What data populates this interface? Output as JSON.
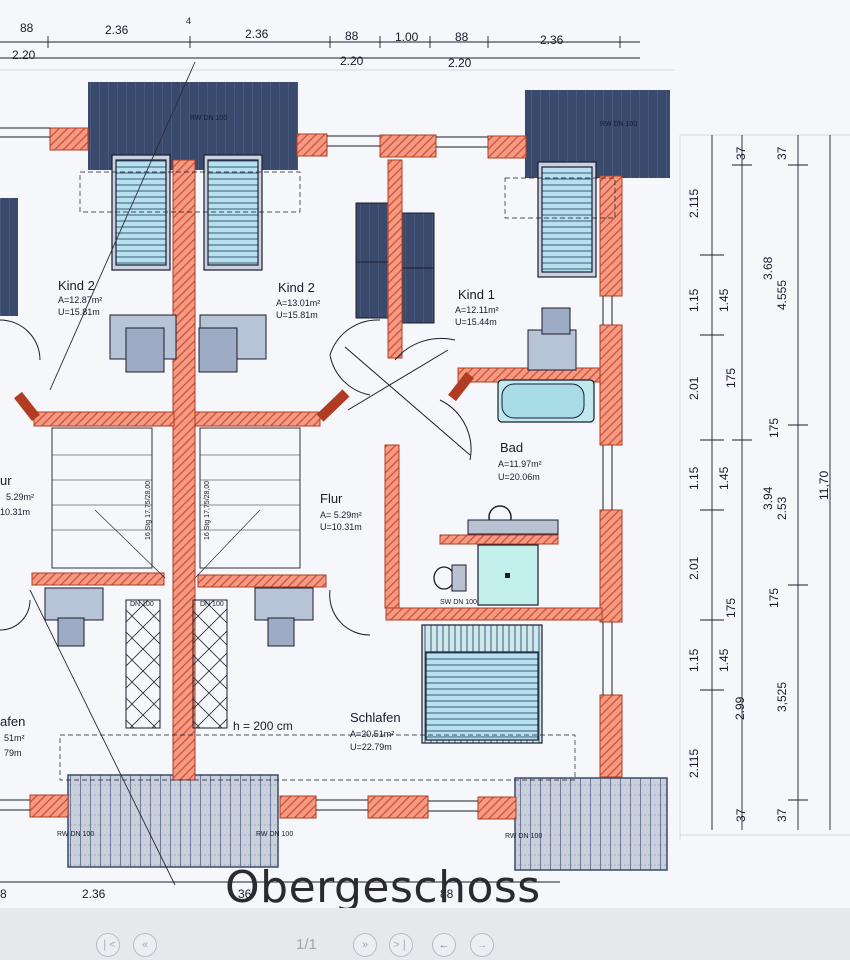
{
  "title": "Obergeschoss",
  "pager": {
    "counter": "1/1"
  },
  "colors": {
    "wall_hatch": "#e9684f",
    "roof": "#37476a",
    "fixture": "#a9d8e8",
    "background": "#f7f8fb",
    "line": "#1c1c2c"
  },
  "nav_icons": [
    "first-page-icon",
    "previous-page-icon",
    "next-page-icon",
    "last-page-icon",
    "back-icon",
    "forward-icon"
  ],
  "top_dims": {
    "row1": [
      "88",
      "2.36",
      "2.36",
      "88",
      "1.00",
      "88",
      "2.36"
    ],
    "row2": [
      "2.20",
      "2.20",
      "2.20"
    ],
    "marker": "4"
  },
  "bottom_dims": [
    "8",
    "2.36",
    "36",
    "88"
  ],
  "right_dims": {
    "col1": [
      "2.115",
      "1.15",
      "2.01",
      "1.15",
      "2.01",
      "1.15",
      "2.115"
    ],
    "col2": [
      "37",
      "1.45",
      "175",
      "1.45",
      "175",
      "1.45",
      "37"
    ],
    "col3": [
      "37",
      "3.68",
      "3.94",
      "2.99",
      "37"
    ],
    "col4": [
      "4.555",
      "175",
      "2.53",
      "175",
      "3,525"
    ],
    "col5": [
      "11,70"
    ]
  },
  "rooms": [
    {
      "id": "kind2-left",
      "name": "Kind 2",
      "area": "A=12.87m²",
      "perimeter": "U=15.81m"
    },
    {
      "id": "kind2-mid",
      "name": "Kind 2",
      "area": "A=13.01m²",
      "perimeter": "U=15.81m"
    },
    {
      "id": "kind1",
      "name": "Kind 1",
      "area": "A=12.11m²",
      "perimeter": "U=15.44m"
    },
    {
      "id": "bad",
      "name": "Bad",
      "area": "A=11.97m²",
      "perimeter": "U=20.06m"
    },
    {
      "id": "flur",
      "name": "Flur",
      "area": "A= 5.29m²",
      "perimeter": "U=10.31m"
    },
    {
      "id": "schlafen",
      "name": "Schlafen",
      "area": "A=20.51m²",
      "perimeter": "U=22.79m"
    }
  ],
  "partial_rooms": {
    "flur_left": {
      "name": "ur",
      "area": "5.29m²",
      "perimeter": "10.31m"
    },
    "schlafen_left": {
      "name": "afen",
      "area": "51m²",
      "perimeter": "79m"
    }
  },
  "stairs": {
    "left": "16 Stg 17,75/28,00",
    "right": "16 Stg 17,75/28,00"
  },
  "notes": {
    "height": "h = 200 cm",
    "rw_dn": "RW DN 100",
    "dn": "DN 100",
    "sw_dn": "SW DN 100"
  }
}
